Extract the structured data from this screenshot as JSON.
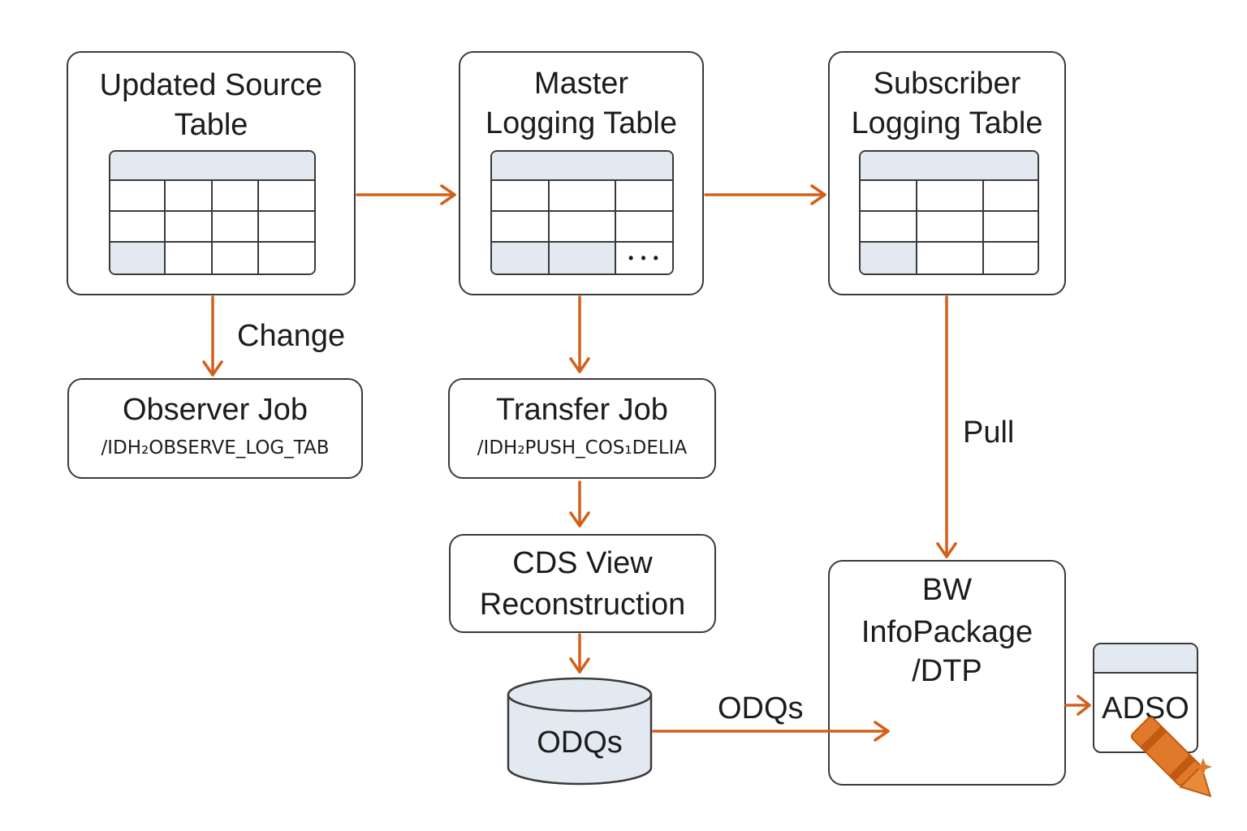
{
  "source_table": {
    "title_line1": "Updated Source",
    "title_line2": "Table"
  },
  "master_table": {
    "title_line1": "Master",
    "title_line2": "Logging Table",
    "more_marker": "• • •"
  },
  "subscriber_table": {
    "title_line1": "Subscriber",
    "title_line2": "Logging Table"
  },
  "observer_job": {
    "title": "Observer Job",
    "program": "/IDH₂OBSERVE_LOG_TAB"
  },
  "transfer_job": {
    "title": "Transfer Job",
    "program": "/IDH₂PUSH_COS₁DELIA"
  },
  "cds_view": {
    "title_line1": "CDS View",
    "title_line2": "Reconstruction"
  },
  "odq_store": {
    "label": "ODQs"
  },
  "bw": {
    "line1": "BW",
    "line2": "InfoPackage",
    "line3": "/DTP"
  },
  "adso": {
    "label": "ADSO"
  },
  "edge_labels": {
    "change": "Change",
    "pull": "Pull",
    "odqs": "ODQs"
  },
  "colors": {
    "arrow": "#d2601a",
    "border": "#3a3a3a",
    "header_fill": "#e3e9f1",
    "logo": "#e07a2a"
  }
}
